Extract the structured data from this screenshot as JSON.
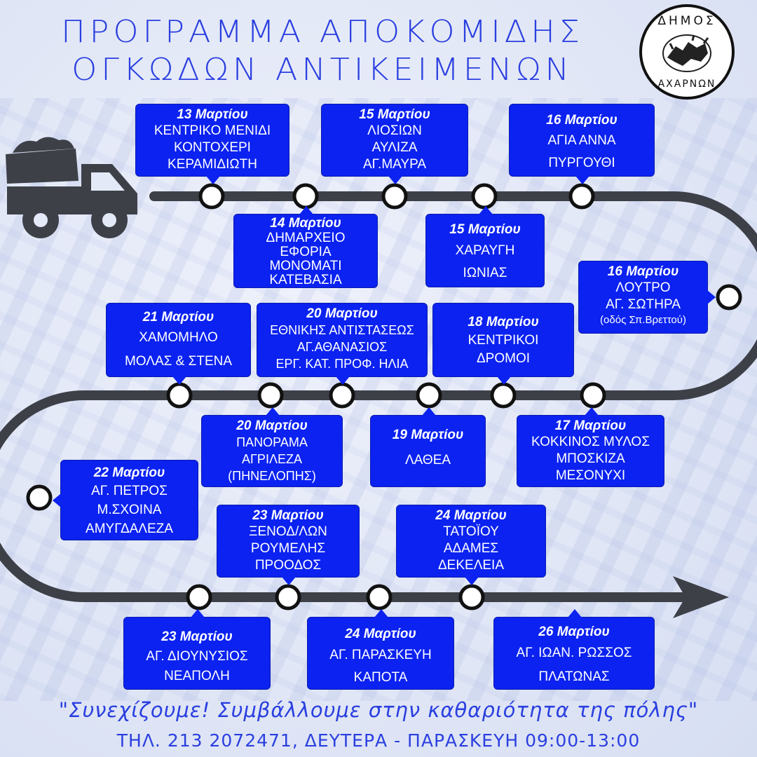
{
  "title": {
    "line1": "ΠΡΟΓΡΑΜΜΑ ΑΠΟΚΟΜΙΔΗΣ",
    "line2": "ΟΓΚΩΔΩΝ ΑΝΤΙΚΕΙΜΕΝΩΝ"
  },
  "logo": {
    "top_text": "ΔΗΜΟΣ",
    "bottom_text": "ΑΧΑΡΝΩΝ"
  },
  "icons": {
    "truck": "truck-icon",
    "arrow": "arrow-head-icon"
  },
  "colors": {
    "accent": "#0b22f0",
    "title": "#2a3fe0",
    "road": "#3e4048"
  },
  "schedule": [
    {
      "date": "13 Μαρτίου",
      "lines": [
        "ΚΕΝΤΡΙΚΟ ΜΕΝΙΔΙ",
        "ΚΟΝΤΟΧΕΡΙ",
        "ΚΕΡΑΜΙΔΙΩΤΗ"
      ]
    },
    {
      "date": "14 Μαρτίου",
      "lines": [
        "ΔΗΜΑΡΧΕΙΟ",
        "ΕΦΟΡΙΑ",
        "ΜΟΝΟΜΑΤΙ",
        "ΚΑΤΕΒΑΣΙΑ"
      ]
    },
    {
      "date": "15 Μαρτίου",
      "lines": [
        "ΛΙΟΣΙΩΝ",
        "ΑΥΛΙΖΑ",
        "ΑΓ.ΜΑΥΡΑ"
      ]
    },
    {
      "date": "15 Μαρτίου",
      "lines": [
        "ΧΑΡΑΥΓΗ",
        "ΙΩΝΙΑΣ"
      ]
    },
    {
      "date": "16 Μαρτίου",
      "lines": [
        "ΑΓΙΑ ΑΝΝΑ",
        "ΠΥΡΓΟΥΘΙ"
      ]
    },
    {
      "date": "16 Μαρτίου",
      "lines": [
        "ΛΟΥΤΡΟ",
        "ΑΓ. ΣΩΤΗΡΑ"
      ],
      "note": "(οδός Σπ.Βρεττού)"
    },
    {
      "date": "17 Μαρτίου",
      "lines": [
        "ΚΟΚΚΙΝΟΣ ΜΥΛΟΣ",
        "ΜΠΟΣΚΙΖΑ",
        "ΜΕΣΟΝΥΧΙ"
      ]
    },
    {
      "date": "18 Μαρτίου",
      "lines": [
        "ΚΕΝΤΡΙΚΟΙ",
        "ΔΡΟΜΟΙ"
      ]
    },
    {
      "date": "19 Μαρτίου",
      "lines": [
        "ΛΑΘΕΑ"
      ]
    },
    {
      "date": "20 Μαρτίου",
      "lines": [
        "ΕΘΝΙΚΗΣ ΑΝΤΙΣΤΑΣΕΩΣ",
        "ΑΓ.ΑΘΑΝΑΣΙΟΣ",
        "ΕΡΓ. ΚΑΤ. ΠΡΟΦ. ΗΛΙΑ"
      ]
    },
    {
      "date": "20 Μαρτίου",
      "lines": [
        "ΠΑΝΟΡΑΜΑ",
        "ΑΓΡΙΛΕΖΑ",
        "(ΠΗΝΕΛΟΠΗΣ)"
      ]
    },
    {
      "date": "21 Μαρτίου",
      "lines": [
        "ΧΑΜΟΜΗΛΟ",
        "ΜΟΛΑΣ & ΣΤΕΝΑ"
      ]
    },
    {
      "date": "22 Μαρτίου",
      "lines": [
        "ΑΓ. ΠΕΤΡΟΣ",
        "Μ.ΣΧΟΙΝΑ",
        "ΑΜΥΓΔΑΛΕΖΑ"
      ]
    },
    {
      "date": "23 Μαρτίου",
      "lines": [
        "ΑΓ. ΔΙΟΥΝΥΣΙΟΣ",
        "ΝΕΑΠΟΛΗ"
      ]
    },
    {
      "date": "23 Μαρτίου",
      "lines": [
        "ΞΕΝΟΔ/ΛΩΝ",
        "ΡΟΥΜΕΛΗΣ",
        "ΠΡΟΟΔΟΣ"
      ]
    },
    {
      "date": "24 Μαρτίου",
      "lines": [
        "ΑΓ. ΠΑΡΑΣΚΕΥΗ",
        "ΚΑΠΟΤΑ"
      ]
    },
    {
      "date": "24 Μαρτίου",
      "lines": [
        "ΤΑΤΟΪΟΥ",
        "ΑΔΑΜΕΣ",
        "ΔΕΚΕΛΕΙΑ"
      ]
    },
    {
      "date": "26 Μαρτίου",
      "lines": [
        "ΑΓ. ΙΩΑΝ. ΡΩΣΣΟΣ",
        "ΠΛΑΤΩΝΑΣ"
      ]
    }
  ],
  "footer": {
    "slogan": "\"Συνεχίζουμε! Συμβάλλουμε στην καθαριότητα της πόλης\"",
    "phone": "ΤΗΛ. 213 2072471, ΔΕΥΤΕΡΑ - ΠΑΡΑΣΚΕΥΗ  09:00-13:00"
  }
}
